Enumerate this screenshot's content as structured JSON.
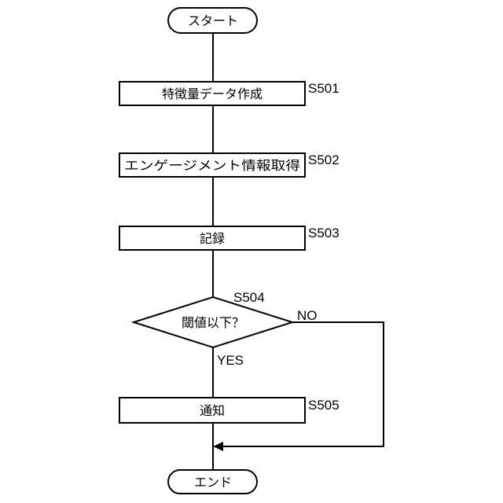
{
  "flowchart": {
    "start": "スタート",
    "steps": [
      {
        "id": "S501",
        "label": "特徴量データ作成"
      },
      {
        "id": "S502",
        "label": "エンゲージメント情報取得"
      },
      {
        "id": "S503",
        "label": "記録"
      }
    ],
    "decision": {
      "id": "S504",
      "label": "閾値以下？",
      "yes": "YES",
      "no": "NO"
    },
    "final_step": {
      "id": "S505",
      "label": "通知"
    },
    "end": "エンド"
  }
}
